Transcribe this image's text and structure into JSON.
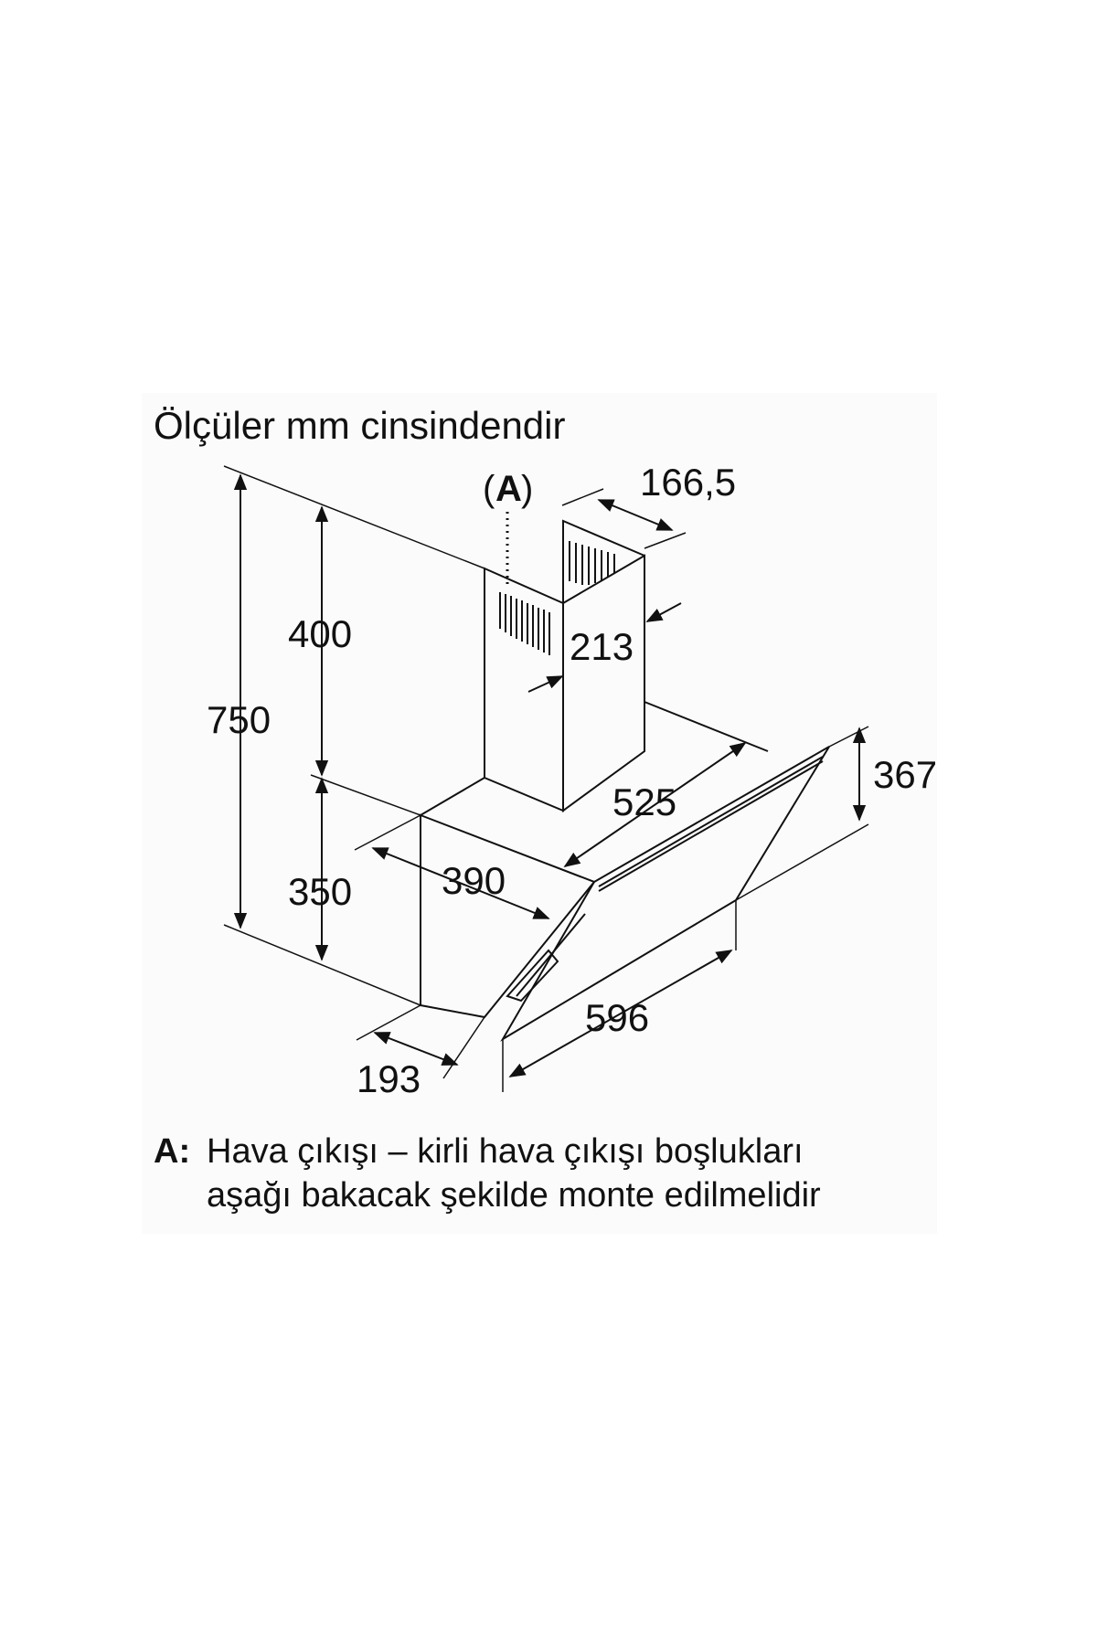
{
  "heading": "Ölçüler mm cinsindendir",
  "marker": "A",
  "dimensions": {
    "total_height": "750",
    "chimney_height": "400",
    "body_height": "350",
    "chimney_width": "166,5",
    "chimney_depth": "213",
    "depth_top": "525",
    "depth_body": "390",
    "glass_height": "367",
    "width": "596",
    "bottom_depth": "193"
  },
  "legend": {
    "key": "A:",
    "line1": "Hava çıkışı – kirli hava çıkışı boşlukları",
    "line2": "aşağı bakacak şekilde monte edilmelidir"
  },
  "colors": {
    "line": "#111111",
    "background": "#fbfbfb"
  }
}
